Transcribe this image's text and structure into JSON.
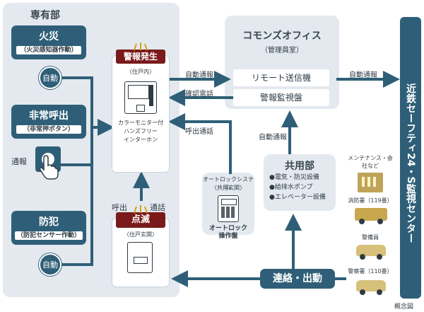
{
  "private_area": {
    "title": "専有部"
  },
  "fire": {
    "title": "火災",
    "sub": "（火災感知器作動）",
    "auto": "自動"
  },
  "emergency_call": {
    "title": "非常呼出",
    "sub": "（非常押ボタン）",
    "notify": "通報"
  },
  "crime_prevention": {
    "title": "防犯",
    "sub": "（防犯センサー作動）",
    "auto": "自動"
  },
  "intercom_unit": {
    "alert": "警報発生",
    "location": "〈住戸内〉",
    "desc": [
      "カラーモニター付",
      "ハンズフリー",
      "インターホン"
    ]
  },
  "door_unit": {
    "status": "点滅",
    "location": "〈住戸玄関〉"
  },
  "commons_office": {
    "title": "コモンズオフィス",
    "sub": "（管理員室）",
    "remote": "リモート送信機",
    "monitor": "警報監視盤"
  },
  "autolock": {
    "title": "オートロックシステム",
    "location": "〈共用玄関〉",
    "name": [
      "オートロック",
      "操作盤"
    ]
  },
  "common_area": {
    "title": "共用部",
    "items": [
      "●電気・防災設備",
      "●給排水ポンプ",
      "●エレベーター設備"
    ]
  },
  "security_center": {
    "title": "近鉄セーフティ24・S監視センター"
  },
  "labels": {
    "auto_notify_1": "自動通報",
    "confirm_call": "確認電話",
    "call_intercom": "呼出通話",
    "auto_notify_2": "自動通報",
    "auto_notify_3": "自動通報",
    "call": "呼出",
    "talk": "通話"
  },
  "contact_dispatch": "連絡・出動",
  "responders": [
    "メンテナンス・会社など",
    "消防署（119番）",
    "警備員",
    "警察署（110番）"
  ],
  "note": "概念図",
  "colors": {
    "navy": "#2f5f78",
    "panel": "#e3e9ef",
    "alert_red": "#7a1a1a"
  }
}
